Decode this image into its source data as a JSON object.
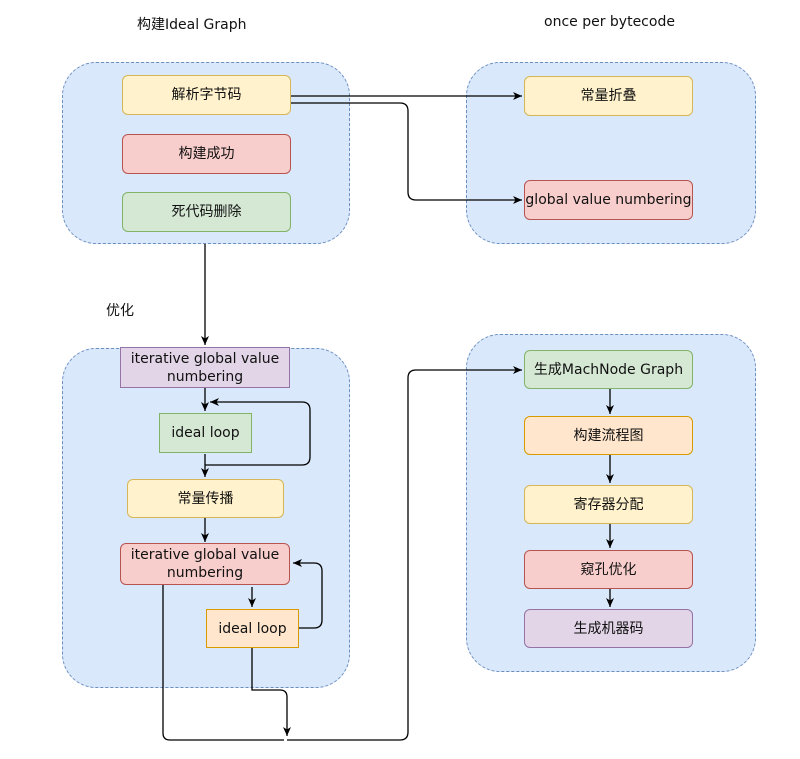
{
  "labels": {
    "build_ideal_graph": "构建Ideal Graph",
    "once_per_bytecode": "once per bytecode",
    "optimize": "优化"
  },
  "nodes": {
    "parse_bytecode": "解析字节码",
    "build_success": "构建成功",
    "dead_code_elimination": "死代码删除",
    "constant_folding": "常量折叠",
    "global_value_numbering": "global value numbering",
    "igvn_1": "iterative global value numbering",
    "ideal_loop_1": "ideal loop",
    "constant_propagation": "常量传播",
    "igvn_2": "iterative global value numbering",
    "ideal_loop_2": "ideal loop",
    "gen_machnode_graph": "生成MachNode Graph",
    "build_cfg": "构建流程图",
    "register_allocation": "寄存器分配",
    "peephole_optimization": "窥孔优化",
    "gen_machine_code": "生成机器码"
  },
  "colors": {
    "group_fill": "#dae8fc",
    "group_border": "#6c8ebf",
    "yellow_fill": "#fff2cc",
    "yellow_border": "#d6b656",
    "red_fill": "#f8cecc",
    "red_border": "#b85450",
    "green_fill": "#d5e8d4",
    "green_border": "#82b366",
    "purple_fill": "#e1d5e7",
    "purple_border": "#9673a6",
    "orange_fill": "#ffe6cc",
    "orange_border": "#d79b00",
    "edge": "#000000"
  }
}
